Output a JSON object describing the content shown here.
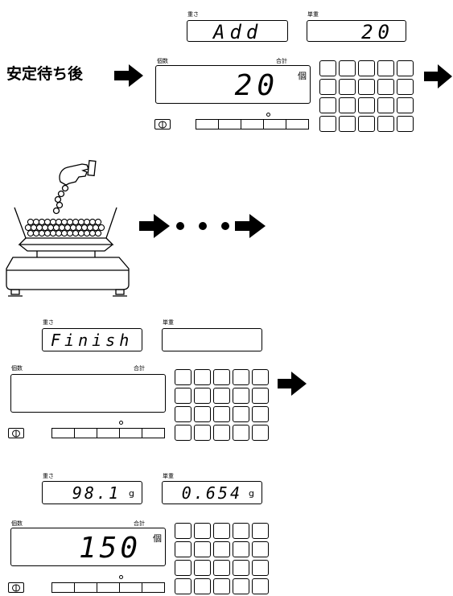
{
  "step1": {
    "weight_label": "重さ",
    "weight_value": "Add",
    "unit_weight_label": "単重",
    "unit_weight_value": "20",
    "count_label": "個数",
    "total_label": "合計",
    "count_value": "20",
    "count_unit": "個",
    "caption": "安定待ち後"
  },
  "step2": {
    "weight_label": "重さ",
    "weight_value": "Finish",
    "unit_weight_label": "単重",
    "unit_weight_value": "",
    "count_label": "個数",
    "total_label": "合計",
    "count_value": ""
  },
  "step3": {
    "weight_label": "重さ",
    "weight_value": "98.1",
    "weight_unit": "g",
    "unit_weight_label": "単重",
    "unit_weight_value": "0.654",
    "unit_weight_unit": "g",
    "count_label": "個数",
    "total_label": "合計",
    "count_value": "150",
    "count_unit": "個"
  },
  "icons": {
    "power": "power-icon",
    "arrow": "arrow-right-icon",
    "hand": "hand-dropping-parts-icon",
    "scale": "balance-scale-icon"
  }
}
